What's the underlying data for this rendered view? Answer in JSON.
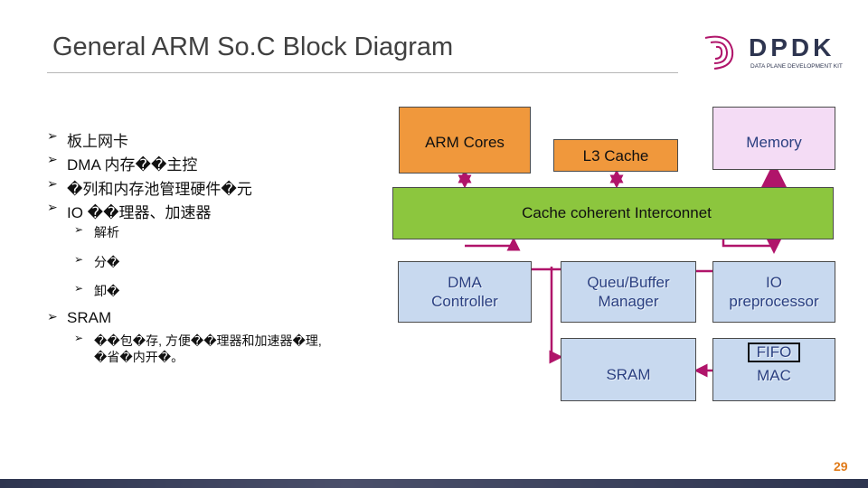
{
  "title": "General ARM So.C Block Diagram",
  "logo": {
    "name": "DPDK",
    "tagline": "DATA PLANE DEVELOPMENT KIT"
  },
  "bullets": {
    "top": [
      "板上网卡",
      "DMA 内存��主控",
      "�列和内存池管理硬件�元",
      "IO ��理器、加速器"
    ],
    "sub": [
      "解析",
      "分�",
      "卸�"
    ],
    "sram": "SRAM",
    "sram_sub_1": "��包�存, 方便��理器和加速器�理,",
    "sram_sub_2": "�省�内开�。"
  },
  "boxes": {
    "arm_cores": "ARM Cores",
    "l3_cache": "L3 Cache",
    "memory": "Memory",
    "interconnect": "Cache coherent Interconnet",
    "dma_1": "DMA",
    "dma_2": "Controller",
    "queue_1": "Queu/Buffer",
    "queue_2": "Manager",
    "io_1": "IO",
    "io_2": "preprocessor",
    "sram": "SRAM",
    "fifo": "FIFO",
    "mac": "MAC"
  },
  "page_number": "29",
  "colors": {
    "orange": "#f0983c",
    "pink": "#f4dcf5",
    "green": "#8cc63e",
    "blue": "#c8d9ef",
    "arrow": "#b0146a",
    "accent": "#e07b1a"
  }
}
